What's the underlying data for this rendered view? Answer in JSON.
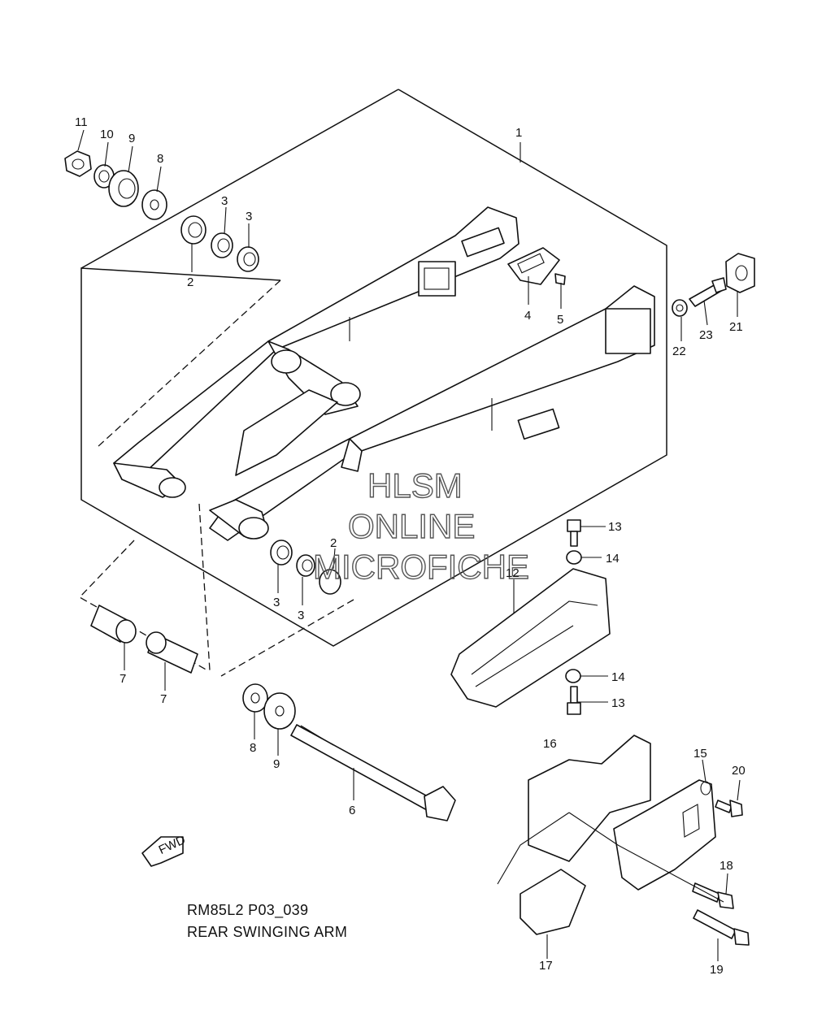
{
  "diagram": {
    "code": "RM85L2 P03_039",
    "title": "REAR SWINGING ARM"
  },
  "watermark": [
    "HLSM",
    "ONLINE",
    "MICROFICHE"
  ],
  "forward_arrow_text": "FWD",
  "callouts": {
    "c1": "1",
    "c2a": "2",
    "c2b": "2",
    "c3a": "3",
    "c3b": "3",
    "c3c": "3",
    "c3d": "3",
    "c4": "4",
    "c5": "5",
    "c6": "6",
    "c7a": "7",
    "c7b": "7",
    "c8a": "8",
    "c8b": "8",
    "c9a": "9",
    "c9b": "9",
    "c10": "10",
    "c11": "11",
    "c12": "12",
    "c13a": "13",
    "c13b": "13",
    "c14a": "14",
    "c14b": "14",
    "c15": "15",
    "c16": "16",
    "c17": "17",
    "c18": "18",
    "c19": "19",
    "c20": "20",
    "c21": "21",
    "c22": "22",
    "c23": "23"
  }
}
